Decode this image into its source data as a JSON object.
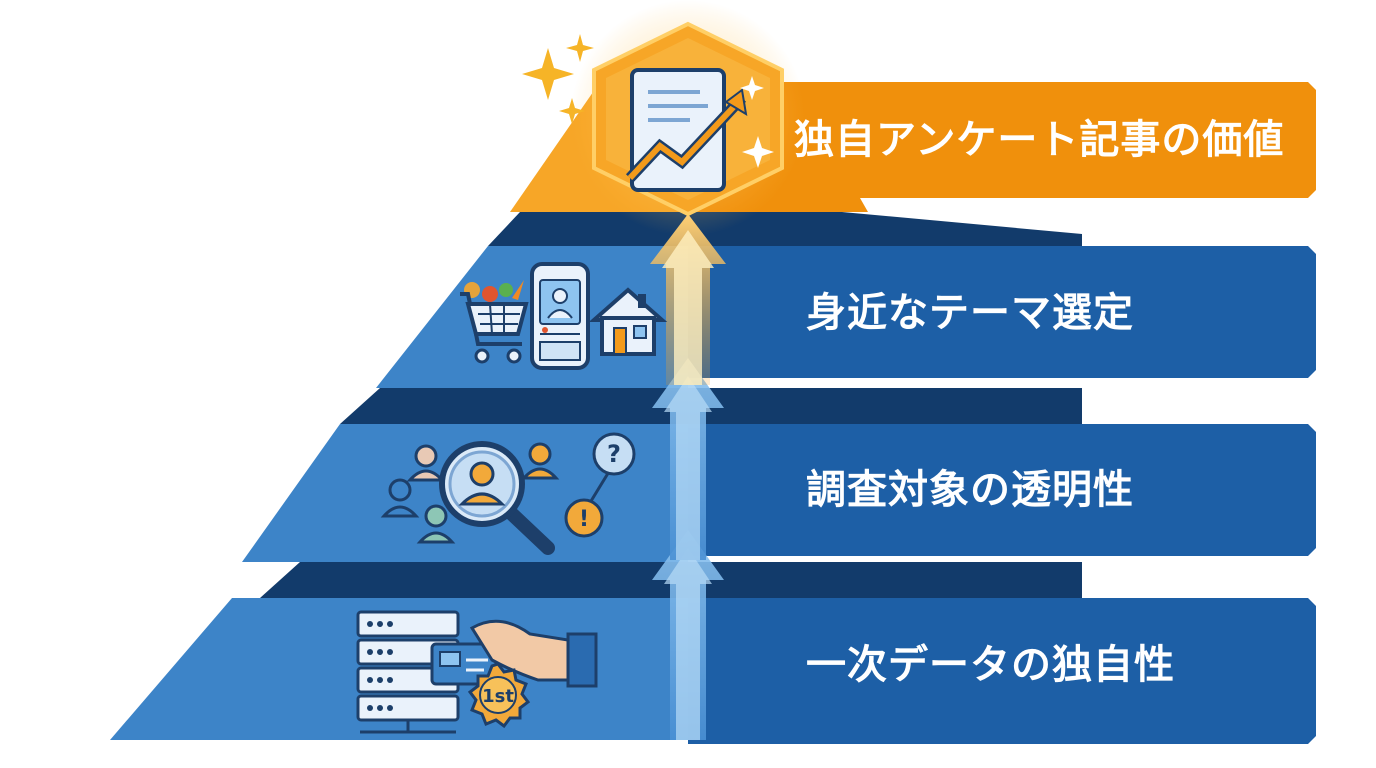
{
  "tiers": [
    {
      "label": "独自アンケート記事の価値",
      "color": "#f0900c",
      "icon": "document-growth-chart-icon"
    },
    {
      "label": "身近なテーマ選定",
      "color": "#1d5fa6",
      "icon": "shopping-cart-phone-house-icon"
    },
    {
      "label": "調査対象の透明性",
      "color": "#1d5fa6",
      "icon": "magnifier-people-question-icon"
    },
    {
      "label": "一次データの独自性",
      "color": "#1d5fa6",
      "icon": "server-hand-card-first-badge-icon"
    }
  ],
  "badge": {
    "text": "1st"
  },
  "colors": {
    "orange": "#f0900c",
    "orange_light": "#fbb13c",
    "blue_dark": "#1d5fa6",
    "blue_light": "#3d84c8",
    "blue_shadow": "#123b6b"
  }
}
